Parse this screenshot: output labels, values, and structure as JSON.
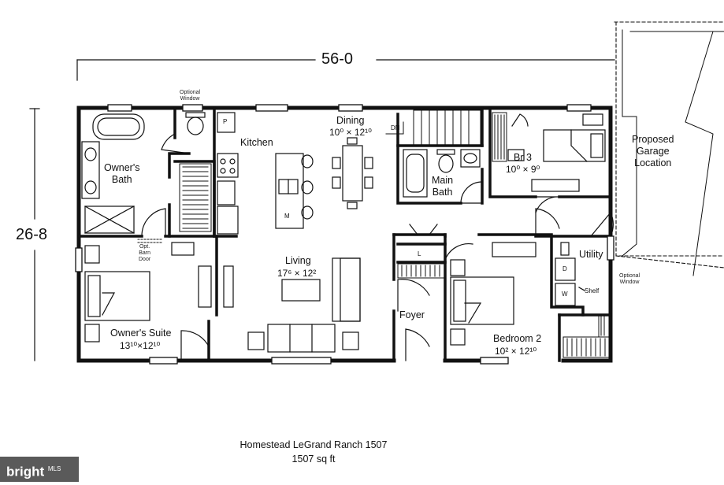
{
  "dimensions": {
    "width": "56-0",
    "depth": "26-8"
  },
  "rooms": {
    "owners_bath": {
      "name": "Owner's\nBath"
    },
    "kitchen": {
      "name": "Kitchen"
    },
    "dining": {
      "name": "Dining",
      "size": "10⁰ × 12¹⁰"
    },
    "main_bath": {
      "name": "Main\nBath"
    },
    "br3": {
      "name": "Br 3",
      "size": "10⁰ × 9⁰"
    },
    "living": {
      "name": "Living",
      "size": "17⁶ × 12²"
    },
    "owners_suite": {
      "name": "Owner's Suite",
      "size": "13¹⁰×12¹⁰"
    },
    "foyer": {
      "name": "Foyer"
    },
    "bedroom2": {
      "name": "Bedroom 2",
      "size": "10² × 12¹⁰"
    },
    "utility": {
      "name": "Utility"
    }
  },
  "notes": {
    "optional_window_top": "Optional\nWindow",
    "optional_window_right": "Optional\nWindow",
    "barn_door": "Opt.\nBarn\nDoor",
    "shelf": "Shelf",
    "garage": "Proposed\nGarage\nLocation"
  },
  "fixture_letters": {
    "pantry": "P",
    "microwave": "M",
    "linen": "L",
    "dryer": "D",
    "washer": "W",
    "down": "DN"
  },
  "title": {
    "line1": "Homestead LeGrand Ranch 1507",
    "line2": "1507 sq ft"
  },
  "logo": {
    "text": "bright",
    "suffix": "MLS"
  }
}
